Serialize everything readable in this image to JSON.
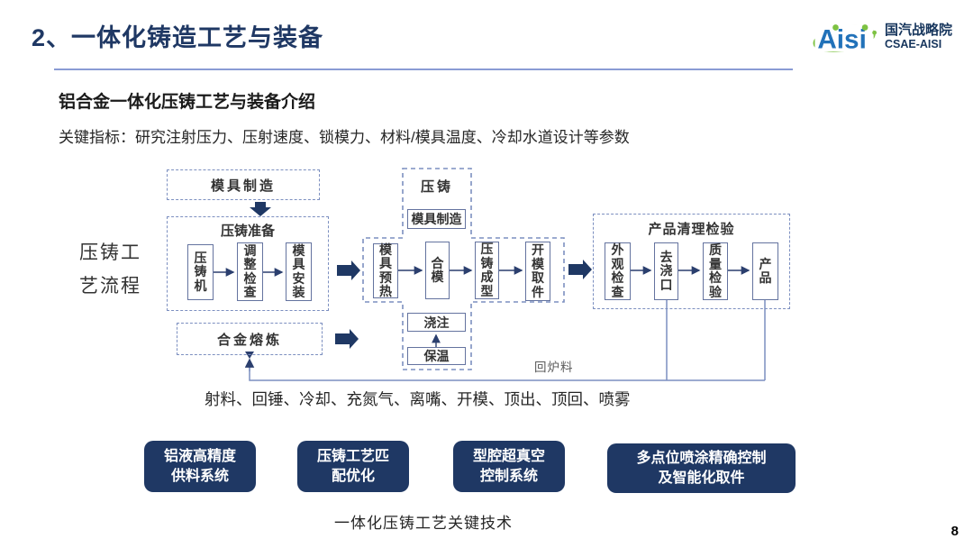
{
  "page": {
    "title": "2、一体化铸造工艺与装备",
    "page_number": "8"
  },
  "logo": {
    "brand": "Aisi",
    "org_cn": "国汽战略院",
    "org_en": "CSAE-AISI"
  },
  "intro": {
    "subtitle": "铝合金一体化压铸工艺与装备介绍",
    "key_indicators": "关键指标：研究注射压力、压射速度、锁模力、材料/模具温度、冷却水道设计等参数"
  },
  "flow": {
    "side_label_lines": [
      "压铸工",
      "艺流程"
    ],
    "mold_making_top": "模具制造",
    "prep": {
      "title": "压铸准备",
      "steps": [
        "压铸机",
        "调整检查",
        "模具安装"
      ]
    },
    "alloy_melting": "合金熔炼",
    "die_casting": {
      "title": "压铸",
      "mold_making": "模具制造",
      "steps": [
        "模具预热",
        "合模",
        "压铸成型",
        "开模取件"
      ],
      "pouring": "浇注",
      "holding": "保温"
    },
    "inspection": {
      "title": "产品清理检验",
      "steps": [
        "外观检查",
        "去浇口",
        "质量检验",
        "产品"
      ]
    },
    "return_label": "回炉料",
    "actions": "射料、回锤、冷却、充氮气、离嘴、开模、顶出、顶回、喷雾"
  },
  "key_tech": {
    "caption": "一体化压铸工艺关键技术",
    "buttons": [
      {
        "lines": [
          "铝液高精度",
          "供料系统"
        ]
      },
      {
        "lines": [
          "压铸工艺匹",
          "配优化"
        ]
      },
      {
        "lines": [
          "型腔超真空",
          "控制系统"
        ]
      },
      {
        "lines": [
          "多点位喷涂精确控制",
          "及智能化取件"
        ]
      }
    ]
  },
  "colors": {
    "navy": "#1F3864",
    "border_blue": "#7C8FC0",
    "solid_border": "#64739F",
    "divider": "#8A9BD4",
    "arrow_dark": "#2B3F6E",
    "logo_blue": "#2272B9",
    "logo_green": "#7DC242"
  }
}
